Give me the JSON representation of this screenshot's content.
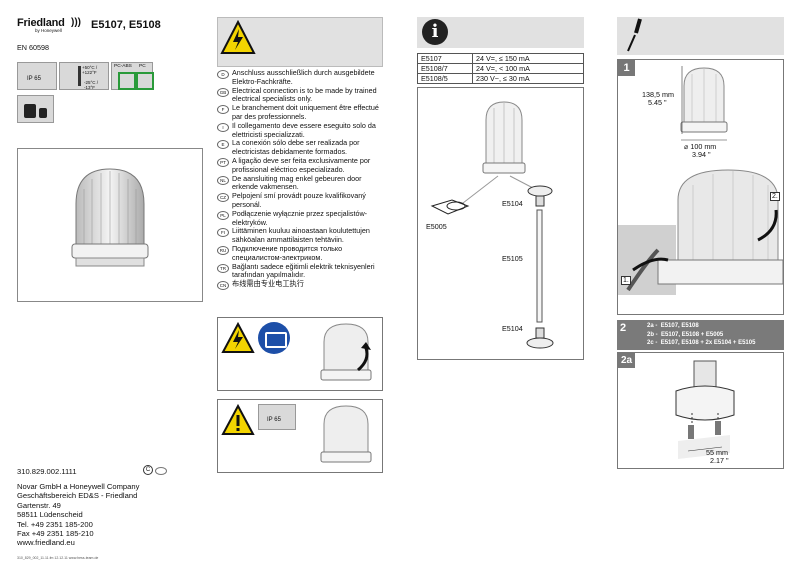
{
  "header": {
    "brand": "Friedland",
    "brand_sub": "by Honeywell",
    "title": "E5107, E5108",
    "standard": "EN 60598"
  },
  "icons_row": {
    "ip": "IP 65",
    "temp_high": "+50°C / +122°F",
    "temp_low": "-25°C / -13°F",
    "material": "PC-ABS",
    "material2": "PC"
  },
  "safety": {
    "lines": [
      {
        "code": "D",
        "text": "Anschluss ausschließlich durch ausgebildete Elektro-Fachkräfte."
      },
      {
        "code": "GB",
        "text": "Electrical connection is to be made by trained electrical specialists only."
      },
      {
        "code": "F",
        "text": "Le branchement doit uniquement être effectué par des professionnels."
      },
      {
        "code": "I",
        "text": "Il collegamento deve essere eseguito solo da elettricisti specializzati."
      },
      {
        "code": "E",
        "text": "La conexión sólo debe ser realizada por electricistas debidamente formados."
      },
      {
        "code": "PT",
        "text": "A ligação deve ser feita exclusivamente por profissional eléctrico especializado."
      },
      {
        "code": "NL",
        "text": "De aansluiting mag enkel gebeuren door erkende vakmensen."
      },
      {
        "code": "CZ",
        "text": "Pelpojení smí provádt pouze kvalifikovaný personál."
      },
      {
        "code": "PL",
        "text": "Podłączenie wyłącznie przez specjalistów-elektryków."
      },
      {
        "code": "FI",
        "text": "Liittäminen kuuluu ainoastaan koulutettujen sähköalan ammattilaisten tehtäviin."
      },
      {
        "code": "RU",
        "text": "Подключение проводится только специалистом-электриком."
      },
      {
        "code": "TR",
        "text": "Bağlantı sadece eğitimli elektrik teknisyenleri tarafından yapılmalıdır."
      },
      {
        "code": "CN",
        "text": "布线需由专业电工执行"
      }
    ]
  },
  "specs": {
    "rows": [
      {
        "model": "E5107",
        "value": "24 V=, ≤ 150 mA"
      },
      {
        "model": "E5108/7",
        "value": "24 V=, < 100 mA"
      },
      {
        "model": "E5108/5",
        "value": "230 V~, ≤ 30 mA"
      }
    ]
  },
  "accessories": {
    "e5005": "E5005",
    "e5104_top": "E5104",
    "e5105": "E5105",
    "e5104_bottom": "E5104"
  },
  "step1": {
    "num": "1",
    "height_mm": "138,5 mm",
    "height_in": "5.45 \"",
    "dia_mm": "⌀ 100 mm",
    "dia_in": "3.94 \"",
    "arrow1": "1.",
    "arrow2": "2."
  },
  "step2": {
    "num": "2",
    "num_a": "2a",
    "options": [
      {
        "key": "2a -",
        "text": "E5107, E5108"
      },
      {
        "key": "2b -",
        "text": "E5107, E5108 + E5005"
      },
      {
        "key": "2c -",
        "text": "E5107, E5108 + 2x E5104 + E5105"
      }
    ],
    "dist_mm": "55 mm",
    "dist_in": "2.17 \""
  },
  "ip_small": "IP 65",
  "footer": {
    "doc_number": "310.829.002.1111",
    "address": [
      "Novar GmbH a Honeywell Company",
      "Geschäftsbereich ED&S - Friedland",
      "Gartenstr. 49",
      "58511 Lüdenscheid",
      "Tel.   +49 2351 185-200",
      "Fax   +49 2351 185-210",
      "www.friedland.eu"
    ],
    "fine": "310_829_002_11.11.fm   12.12.11   www.hess-team.de"
  }
}
